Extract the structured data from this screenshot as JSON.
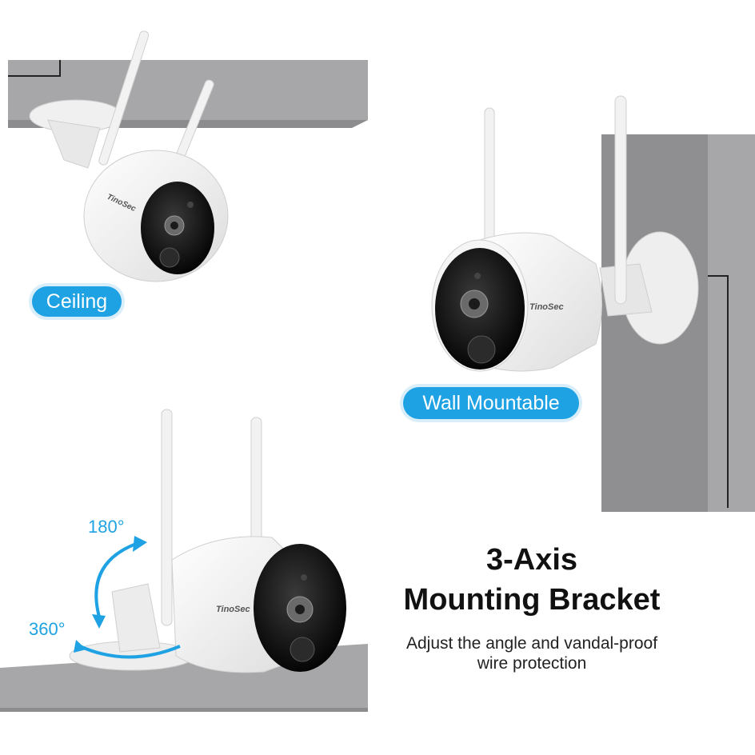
{
  "labels": {
    "ceiling": "Ceiling",
    "wall": "Wall Mountable",
    "rotate_vertical": "180°",
    "rotate_horizontal": "360°"
  },
  "headline": {
    "line1": "3-Axis",
    "line2": "Mounting Bracket"
  },
  "description": {
    "line1": "Adjust the angle and vandal-proof",
    "line2": "wire protection"
  },
  "brand": "TinoSec",
  "colors": {
    "accent": "#1ea2e3",
    "surface_gray": "#a7a7a9",
    "camera_white": "#f3f3f3",
    "lens_black": "#111111"
  }
}
